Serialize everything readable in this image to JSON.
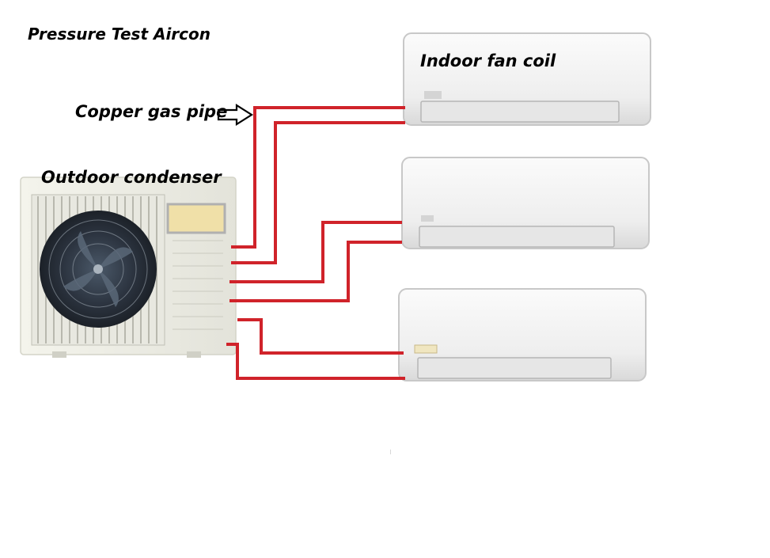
{
  "title": "Pressure Test Aircon",
  "labels": {
    "indoor_fan_coil": "Indoor fan coil",
    "copper_gas_pipe": "Copper gas pipe",
    "outdoor_condenser": "Outdoor condenser"
  },
  "colors": {
    "pipe": "#d0232a",
    "unit_body": "#f2f2f2",
    "unit_outline": "#c8c8c8",
    "condenser_body": "#ebebe3",
    "condenser_panel": "#f0e0a8",
    "fan_grille": "#2a3038"
  },
  "components": {
    "indoor_units": 3,
    "outdoor_units": 1,
    "pipe_runs": 6
  }
}
